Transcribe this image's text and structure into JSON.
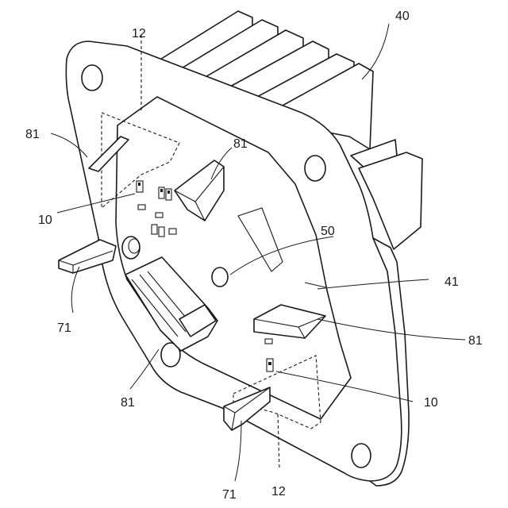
{
  "labels": {
    "heatsink": "40",
    "base": "41",
    "board": "50",
    "terminals": "10",
    "terminals_lower": "10",
    "sensor_region": "12",
    "sensor_region_lower": "12",
    "connector_left": "71",
    "connector_bottom": "71",
    "fin_top_left": "81",
    "fin_top_center": "81",
    "fin_right": "81",
    "fin_bottom": "81"
  }
}
